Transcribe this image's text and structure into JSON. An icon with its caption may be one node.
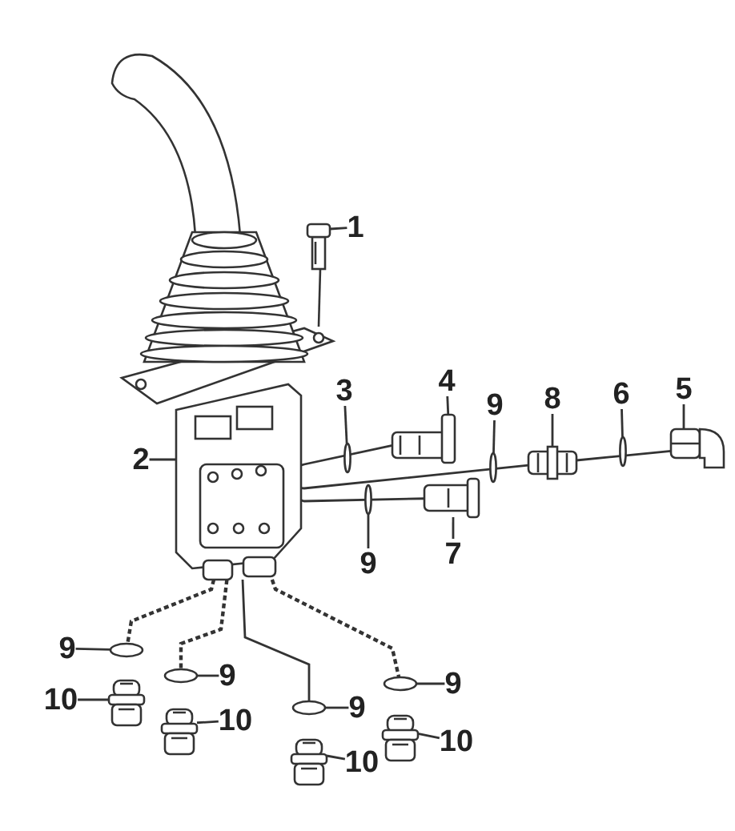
{
  "diagram": {
    "nodes": [
      {
        "text": [
          "1"
        ]
      },
      {
        "text": [
          "3"
        ]
      },
      {
        "text": [
          "4"
        ]
      },
      {
        "text": [
          "9"
        ]
      },
      {
        "text": [
          "8"
        ]
      },
      {
        "text": [
          "6"
        ]
      },
      {
        "text": [
          "5"
        ]
      },
      {
        "text": [
          "2"
        ]
      },
      {
        "text": [
          "9"
        ]
      },
      {
        "text": [
          "7"
        ]
      },
      {
        "text": [
          "9"
        ]
      },
      {
        "text": [
          "9"
        ]
      },
      {
        "text": [
          "10"
        ]
      },
      {
        "text": [
          "10"
        ]
      },
      {
        "text": [
          "9"
        ]
      },
      {
        "text": [
          "9"
        ]
      },
      {
        "text": [
          "10"
        ]
      },
      {
        "text": [
          "10"
        ]
      },
      {
        "text": [],
        "shape": "picture"
      },
      {
        "text": [],
        "shape": "circle"
      },
      {
        "text": [],
        "shape": "picture"
      },
      {
        "text": [],
        "shape": "circle"
      },
      {
        "text": [],
        "shape": "picture"
      },
      {
        "text": [],
        "shape": "circle"
      },
      {
        "text": [],
        "shape": "picture"
      },
      {
        "text": [],
        "shape": "picture"
      },
      {
        "text": [],
        "shape": "circle"
      },
      {
        "text": [],
        "shape": "picture"
      },
      {
        "text": [],
        "shape": "circle"
      },
      {
        "text": [],
        "shape": "circle"
      },
      {
        "text": [],
        "shape": "picture"
      },
      {
        "text": [],
        "shape": "picture"
      },
      {
        "text": [],
        "shape": "circle"
      },
      {
        "text": [],
        "shape": "circle"
      },
      {
        "text": [],
        "shape": "picture"
      },
      {
        "text": [],
        "shape": "picture"
      }
    ],
    "edges": [
      {
        "from": 0,
        "to": 18,
        "arrow": "none"
      },
      {
        "from": 1,
        "to": 19,
        "arrow": "none"
      },
      {
        "from": 2,
        "to": 20,
        "arrow": "none"
      },
      {
        "from": 3,
        "to": 21,
        "arrow": "none"
      },
      {
        "from": 4,
        "to": 22,
        "arrow": "none"
      },
      {
        "from": 5,
        "to": 23,
        "arrow": "none"
      },
      {
        "from": 6,
        "to": 24,
        "arrow": "none"
      },
      {
        "from": 7,
        "to": 25,
        "arrow": "none"
      },
      {
        "from": 8,
        "to": 26,
        "arrow": "none"
      },
      {
        "from": 9,
        "to": 27,
        "arrow": "none"
      },
      {
        "from": 10,
        "to": 28,
        "arrow": "none"
      },
      {
        "from": 11,
        "to": 29,
        "arrow": "none"
      },
      {
        "from": 12,
        "to": 30,
        "arrow": "none"
      },
      {
        "from": 13,
        "to": 31,
        "arrow": "none"
      },
      {
        "from": 14,
        "to": 32,
        "arrow": "none"
      },
      {
        "from": 15,
        "to": 33,
        "arrow": "none"
      },
      {
        "from": 16,
        "to": 34,
        "arrow": "none"
      },
      {
        "from": 17,
        "to": 35,
        "arrow": "none"
      },
      {
        "from": 25,
        "to": 20,
        "arrow": "none"
      },
      {
        "from": 25,
        "to": 22,
        "arrow": "none"
      },
      {
        "from": 25,
        "to": 27,
        "arrow": "none"
      },
      {
        "from": 25,
        "to": 28,
        "arrow": "none",
        "style": "dashed"
      },
      {
        "from": 25,
        "to": 29,
        "arrow": "none",
        "style": "dashed"
      },
      {
        "from": 25,
        "to": 32,
        "arrow": "none"
      },
      {
        "from": 25,
        "to": 33,
        "arrow": "none",
        "style": "dashed"
      },
      {
        "from": 22,
        "to": 24,
        "arrow": "none"
      }
    ]
  }
}
